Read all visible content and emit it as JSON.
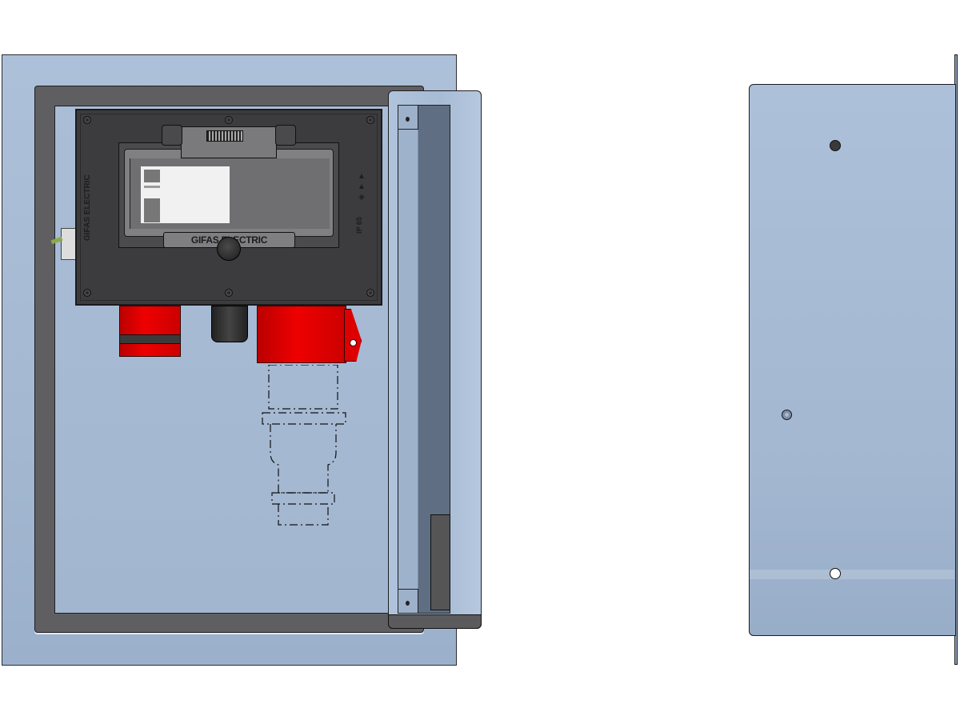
{
  "scene": {
    "description": "CAD render of electrical enclosure: front view with open door and side view",
    "colors": {
      "enclosure_blue": "#a9bdd6",
      "frame_gray": "#5f5f61",
      "box_dark": "#3c3c3e",
      "socket_red": "#dd0000",
      "background": "#ffffff"
    }
  },
  "front_view": {
    "socket_box": {
      "brand_plate_text": "GIFAS ELECTRIC",
      "side_text_left": "GIFAS ELECTRIC",
      "side_text_right": "IP 65",
      "symbols": "▲\n▲\n◈"
    },
    "components": [
      "hinged-window-cover",
      "label-card",
      "knob",
      "left-cable-gland",
      "red-socket-left",
      "black-cable-gland",
      "red-socket-right",
      "ghost-plug-outline"
    ]
  },
  "side_view": {
    "holes": [
      "top-dark-hole",
      "middle-nut",
      "bottom-white-hole"
    ]
  }
}
